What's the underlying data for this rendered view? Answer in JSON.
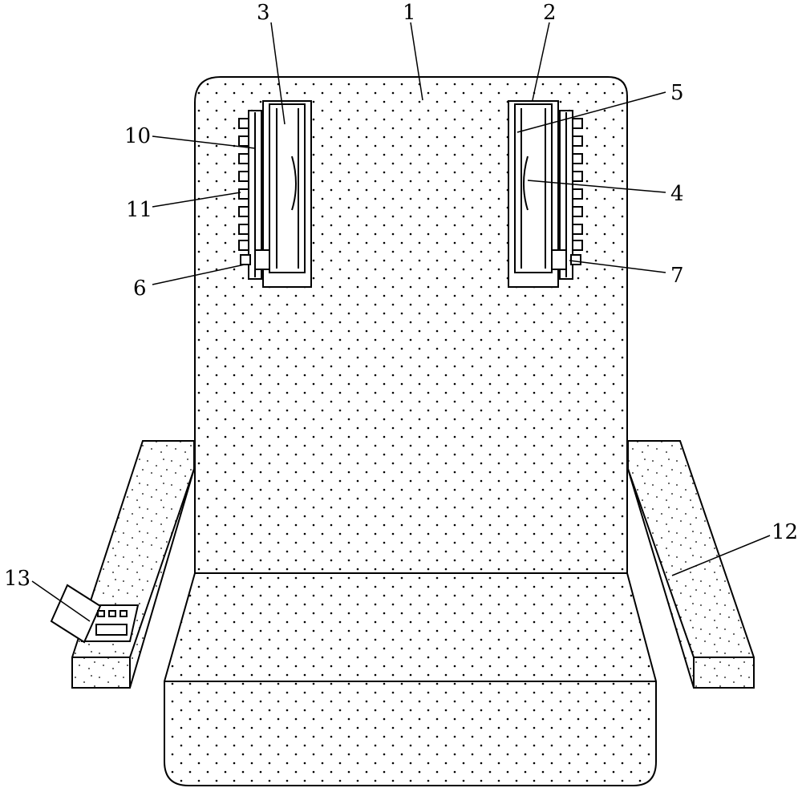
{
  "figure": {
    "callouts": [
      {
        "id": "c1",
        "label": "1"
      },
      {
        "id": "c2",
        "label": "2"
      },
      {
        "id": "c3",
        "label": "3"
      },
      {
        "id": "c4",
        "label": "4"
      },
      {
        "id": "c5",
        "label": "5"
      },
      {
        "id": "c6",
        "label": "6"
      },
      {
        "id": "c7",
        "label": "7"
      },
      {
        "id": "c10",
        "label": "10"
      },
      {
        "id": "c11",
        "label": "11"
      },
      {
        "id": "c12",
        "label": "12"
      },
      {
        "id": "c13",
        "label": "13"
      }
    ]
  },
  "colors": {
    "line": "#000000",
    "fill": "#ffffff"
  }
}
